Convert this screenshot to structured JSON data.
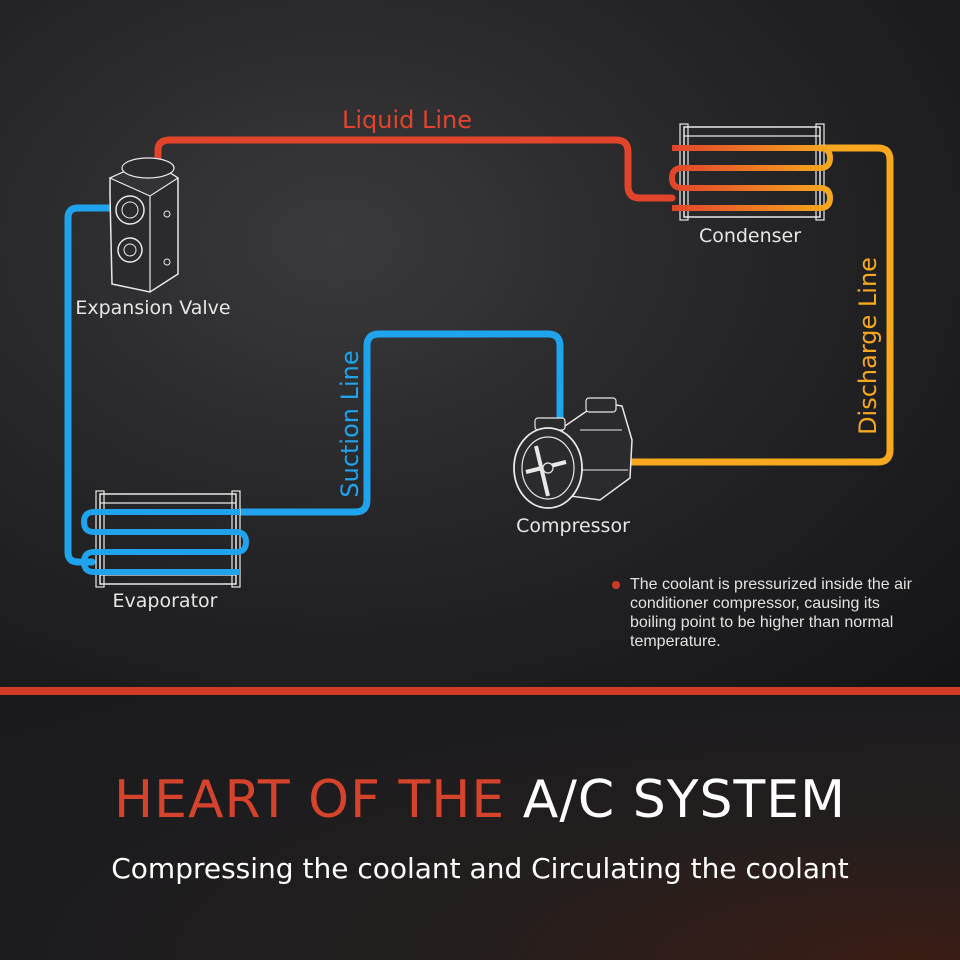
{
  "diagram": {
    "components": {
      "expansion_valve": "Expansion Valve",
      "condenser": "Condenser",
      "compressor": "Compressor",
      "evaporator": "Evaporator"
    },
    "lines": {
      "liquid": {
        "label": "Liquid Line",
        "color": "#e2442b"
      },
      "discharge": {
        "label": "Discharge Line",
        "color": "#f7a81e"
      },
      "suction": {
        "label": "Suction Line",
        "color": "#1fa3ec"
      }
    },
    "note": "The coolant is pressurized inside the air conditioner compressor, causing its boiling point to be higher than normal temperature."
  },
  "headline": {
    "part1": "HEART OF THE ",
    "part2": "A/C SYSTEM",
    "accent_color": "#d6432c"
  },
  "subtitle": "Compressing the coolant and Circulating the coolant"
}
